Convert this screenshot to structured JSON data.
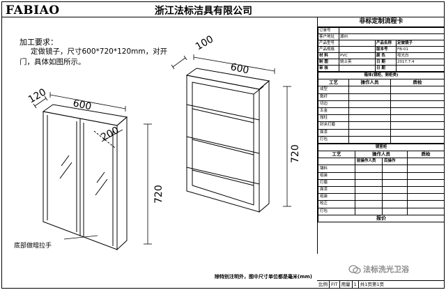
{
  "header": {
    "logo": "FABIAO",
    "company": "浙江法标洁具有限公司"
  },
  "requirements": {
    "title": "加工要求：",
    "text": "定做镜子，尺寸600*720*120mm，对开门，具体如图所示。"
  },
  "drawing_left": {
    "dim_depth": "120",
    "dim_width": "600",
    "dim_door": "200",
    "dim_height": "720",
    "note": "底部做暗拉手"
  },
  "drawing_right": {
    "dim_depth": "100",
    "dim_width": "600",
    "dim_height": "720"
  },
  "bottom_note": "除特别注明外，图中尺寸单位都是毫米(mm)",
  "card": {
    "title": "非标定制流程卡",
    "rows": [
      [
        "订单号",
        "",
        "",
        ""
      ],
      [
        "客户地址",
        "湖州",
        "",
        ""
      ],
      [
        "产品型号",
        "",
        "产品名称",
        "定做镜子"
      ],
      [
        "产品规格",
        "",
        "版本号",
        "FB-01"
      ],
      [
        "材    料",
        "PVC",
        "颜  色",
        "哑光白"
      ],
      [
        "制    图",
        "姚士英",
        "日  期",
        "2017.7.4"
      ],
      [
        "审    核",
        "",
        "日  期",
        ""
      ]
    ],
    "section1": "箱体(镜柜、侧柜类)",
    "col_headers": [
      "工艺",
      "操作人员",
      "质检"
    ],
    "steps1": [
      "成型",
      "裁纤",
      "切边",
      "五金",
      "抛柱",
      "封夹打磨",
      "面漆",
      "打包"
    ],
    "section2": "镜室柜",
    "col_headers2": [
      "工艺",
      "前操作人员",
      "后操作",
      "质检"
    ],
    "sub_headers2": [
      "",
      "前操作人员",
      "后操作",
      ""
    ],
    "steps2": [
      "镶料",
      "组装",
      "打磨",
      "面漆",
      "组装",
      "校正",
      "打包"
    ],
    "quote": "报价"
  },
  "footer": {
    "ratio_label": "比例",
    "ratio": "FIT",
    "qty_label": "用量",
    "qty": "1",
    "pages": "共1页第1页"
  },
  "watermark": "法标洗光卫浴"
}
